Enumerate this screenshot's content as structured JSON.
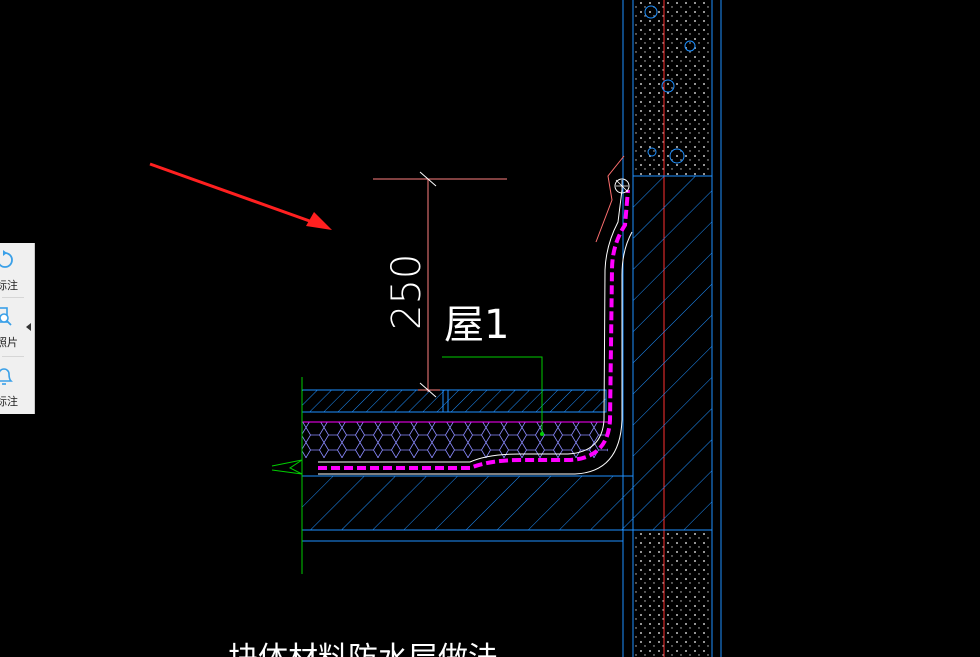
{
  "side_panel": {
    "items": [
      {
        "label": "标注",
        "icon": "refresh-annotate-icon"
      },
      {
        "label": "照片",
        "icon": "photo-search-icon"
      },
      {
        "label": "标注",
        "icon": "bell-annotate-icon"
      }
    ],
    "collapse_icon": "collapse-left-icon"
  },
  "drawing": {
    "dimension_value": "250",
    "label_text": "屋1",
    "bottom_text": "块体材料防水层做法"
  },
  "colors": {
    "background": "#000000",
    "membrane": "#ff00ff",
    "concrete_hatch": "#00a0ff",
    "dimension": "#ff6060",
    "leader": "#00cc00",
    "arrow": "#ff2020"
  }
}
